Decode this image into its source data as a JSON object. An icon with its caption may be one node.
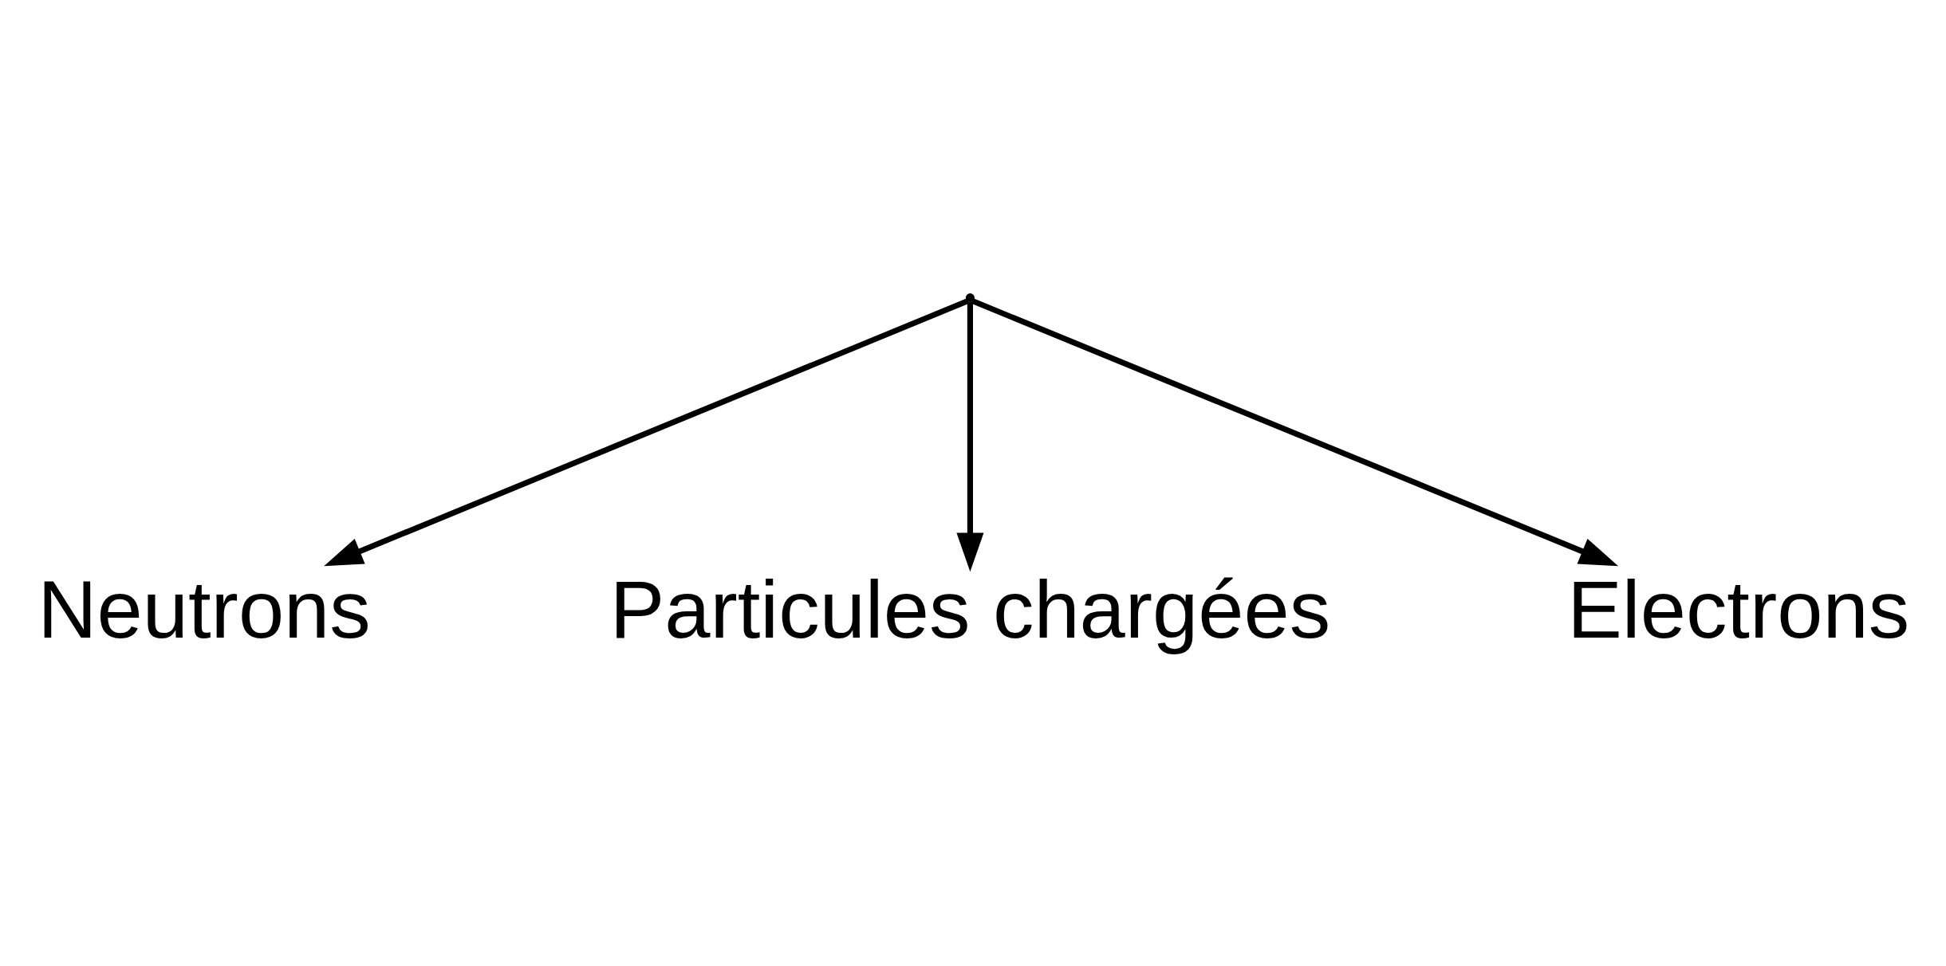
{
  "diagram": {
    "nodes": [
      {
        "text": [],
        "shape": "point"
      },
      {
        "text": [
          "Neutrons"
        ]
      },
      {
        "text": [
          "Particules chargées"
        ]
      },
      {
        "text": [
          "Electrons"
        ]
      }
    ],
    "edges": [
      {
        "from": 0,
        "to": 1,
        "arrow": "to"
      },
      {
        "from": 0,
        "to": 2,
        "arrow": "to"
      },
      {
        "from": 0,
        "to": 3,
        "arrow": "to"
      }
    ]
  }
}
